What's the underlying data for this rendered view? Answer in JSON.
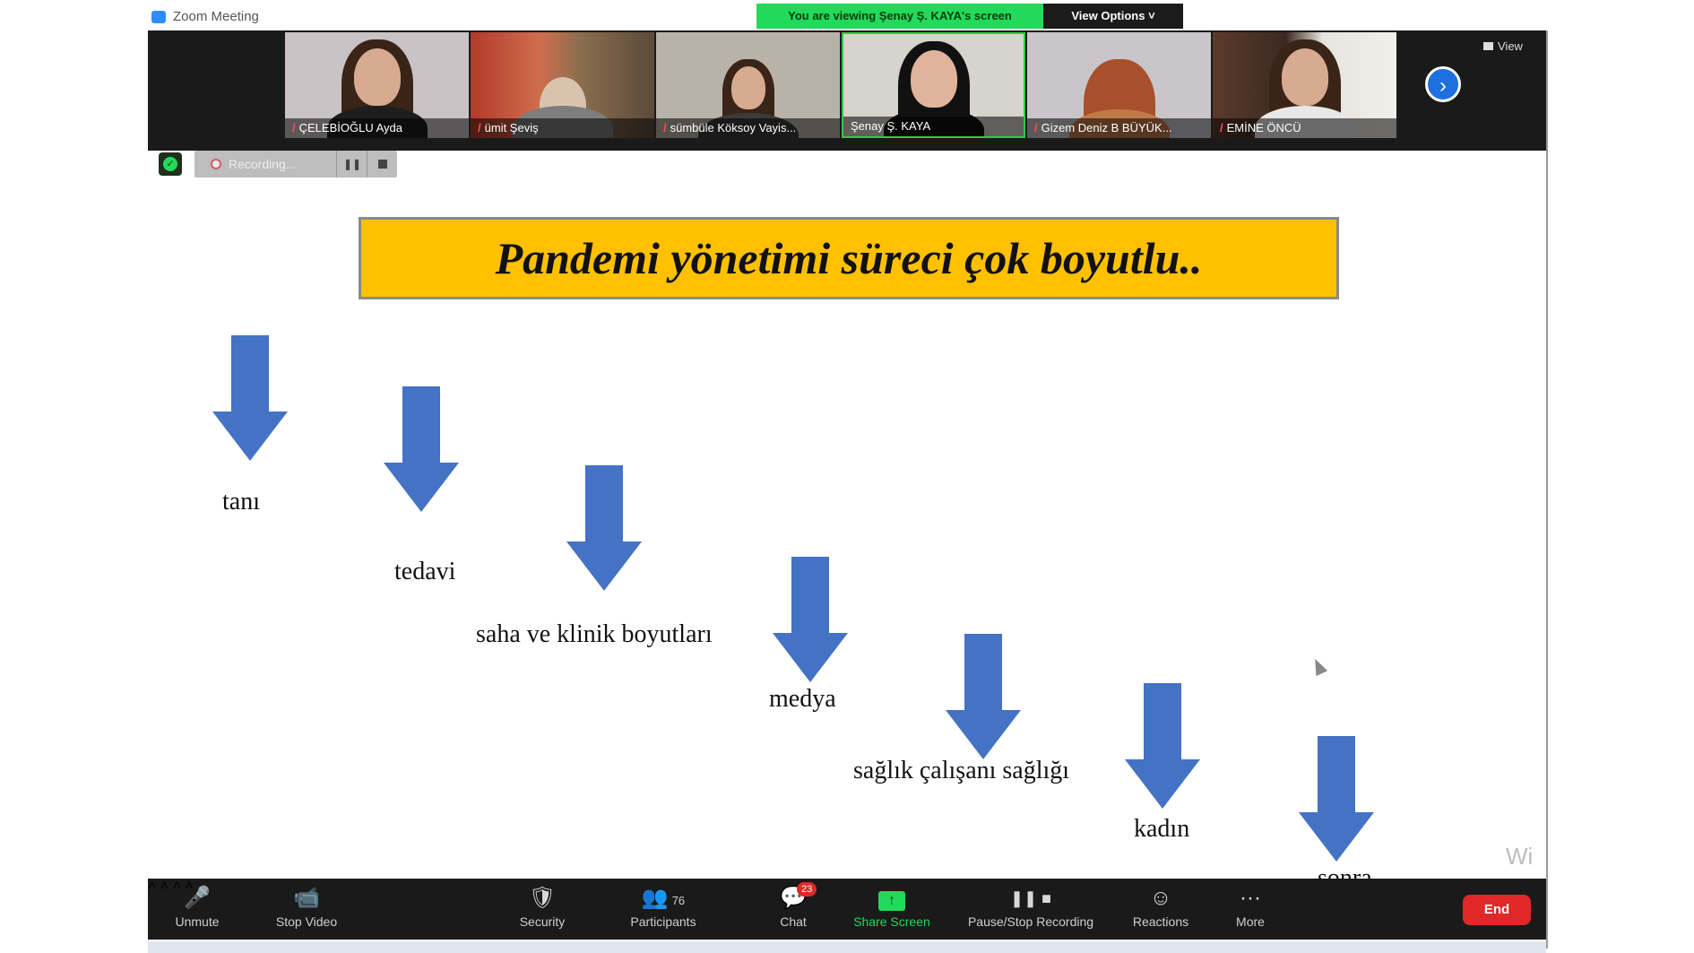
{
  "window": {
    "title": "Zoom Meeting"
  },
  "banner": {
    "message": "You are viewing Şenay Ş. KAYA's screen",
    "view_options": "View Options ˅"
  },
  "gallery": {
    "participants": [
      {
        "name": "ÇELEBİOĞLU Ayda"
      },
      {
        "name": "ümit Şeviş"
      },
      {
        "name": "sümbüle Köksoy Vayis..."
      },
      {
        "name": "Şenay Ş. KAYA"
      },
      {
        "name": "Gizem Deniz B BÜYÜK..."
      },
      {
        "name": "EMİNE ÖNCÜ"
      }
    ],
    "view_label": "View",
    "next_icon": "›"
  },
  "recording": {
    "label": "Recording...",
    "pause_icon": "❚❚"
  },
  "slide": {
    "title": "Pandemi yönetimi süreci çok boyutlu..",
    "items": [
      "tanı",
      "tedavi",
      "saha ve klinik boyutları",
      "medya",
      "sağlık çalışanı sağlığı",
      "kadın",
      "sonra"
    ]
  },
  "watermark": "Wi",
  "toolbar": {
    "unmute": {
      "label": "Unmute",
      "icon": "🎤"
    },
    "stop_video": {
      "label": "Stop Video",
      "icon": "📹"
    },
    "security": {
      "label": "Security",
      "icon": "🛡"
    },
    "participants": {
      "label": "Participants",
      "icon": "👥",
      "count": "76"
    },
    "chat": {
      "label": "Chat",
      "icon": "💬",
      "badge": "23"
    },
    "share_screen": {
      "label": "Share Screen",
      "icon": "↑"
    },
    "pause_recording": {
      "label": "Pause/Stop Recording",
      "icon": "❚❚ ■"
    },
    "reactions": {
      "label": "Reactions",
      "icon": "☺"
    },
    "more": {
      "label": "More",
      "icon": "···"
    },
    "end": {
      "label": "End"
    },
    "caret": "˄"
  },
  "colors": {
    "accent": "#2d8cff",
    "share_green": "#23d959",
    "end_red": "#e02828",
    "slide_title_bg": "#ffc000",
    "arrow_blue": "#4472c4"
  }
}
